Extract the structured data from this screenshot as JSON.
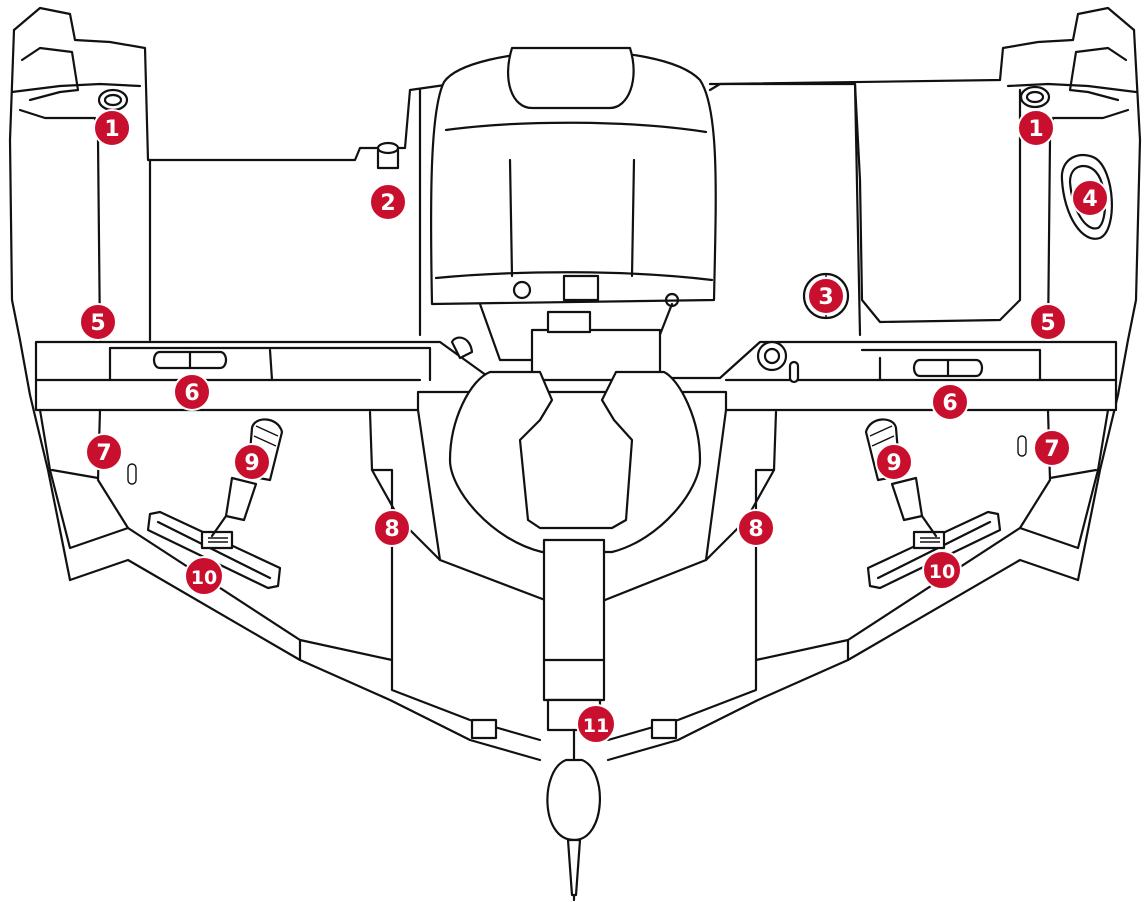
{
  "callout_color": "#c8102e",
  "outline_color": "#111111",
  "callouts": [
    {
      "id": "c1-left",
      "label": "1"
    },
    {
      "id": "c1-right",
      "label": "1"
    },
    {
      "id": "c2",
      "label": "2"
    },
    {
      "id": "c3",
      "label": "3"
    },
    {
      "id": "c4",
      "label": "4"
    },
    {
      "id": "c5-left",
      "label": "5"
    },
    {
      "id": "c5-right",
      "label": "5"
    },
    {
      "id": "c6-left",
      "label": "6"
    },
    {
      "id": "c6-right",
      "label": "6"
    },
    {
      "id": "c7-left",
      "label": "7"
    },
    {
      "id": "c7-right",
      "label": "7"
    },
    {
      "id": "c8-left",
      "label": "8"
    },
    {
      "id": "c8-right",
      "label": "8"
    },
    {
      "id": "c9-left",
      "label": "9"
    },
    {
      "id": "c9-right",
      "label": "9"
    },
    {
      "id": "c10-left",
      "label": "10"
    },
    {
      "id": "c10-right",
      "label": "10"
    },
    {
      "id": "c11",
      "label": "11"
    }
  ]
}
